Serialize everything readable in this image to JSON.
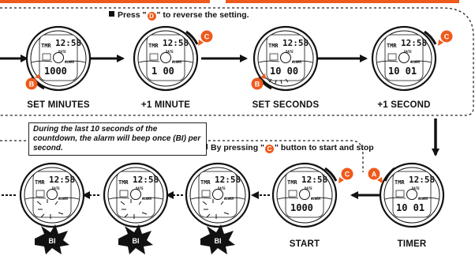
{
  "top_instruction": {
    "prefix": "Press \"",
    "key": "D",
    "suffix": "\" to reverse the setting."
  },
  "bottom_instruction": {
    "prefix": "By pressing \"",
    "key": "C",
    "suffix": "\" button to start and stop"
  },
  "note": "During the last 10 seconds of the countdown, the alarm will beep once (BI) per second.",
  "labels": {
    "set_minutes": "SET MINUTES",
    "plus_minute": "+1 MINUTE",
    "set_seconds": "SET SECONDS",
    "plus_second": "+1 SECOND",
    "start": "START",
    "timer": "TIMER"
  },
  "buttons": {
    "b": "B",
    "c": "C",
    "a": "A"
  },
  "beep": "BI",
  "watch": {
    "time": "12:58",
    "mode": "TMR",
    "date_label": "DATE",
    "alarm_label": "ALARM"
  },
  "displays": {
    "set_minutes": "1000",
    "plus_minute": "1 00",
    "set_seconds": "10 00",
    "plus_second": "10 01",
    "start": "1000",
    "timer": "10 01"
  },
  "colors": {
    "accent": "#ee5a1c",
    "ink": "#111111",
    "dash": "#222222"
  }
}
